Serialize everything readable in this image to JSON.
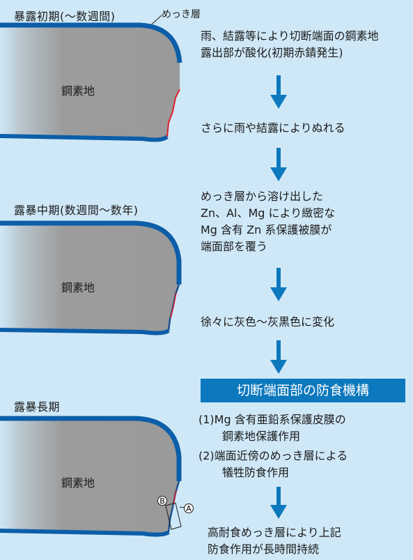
{
  "stages": [
    {
      "label": "暴露初期(〜数週間)",
      "body": "鋼素地"
    },
    {
      "label": "露暴中期(数週間〜数年)",
      "body": "鋼素地"
    },
    {
      "label": "露暴長期",
      "body": "鋼素地"
    }
  ],
  "plating_label": "めっき層",
  "markers": {
    "a": "A",
    "b": "B"
  },
  "flow": {
    "step1": [
      "雨、結露等により切断端面の鋼素地",
      "露出部が酸化(初期赤錆発生)"
    ],
    "step2": [
      "さらに雨や結露によりぬれる"
    ],
    "step3": [
      "めっき層から溶け出した",
      "Zn、Al、Mg により緻密な",
      "Mg 含有 Zn 系保護被膜が",
      "端面部を覆う"
    ],
    "step4": [
      "徐々に灰色〜灰黒色に変化"
    ],
    "box_title": "切断端面部の防食機構",
    "mech1": {
      "num": "(1)",
      "line1": "Mg 含有亜鉛系保護皮膜の",
      "line2": "鋼素地保護作用"
    },
    "mech2": {
      "num": "(2)",
      "line1": "端面近傍のめっき層による",
      "line2": "犠牲防食作用"
    },
    "step5": [
      "高耐食めっき層により上記",
      "防食作用が長時間持続"
    ]
  },
  "colors": {
    "background": "#cfe8f7",
    "plating": "#0c5ea8",
    "steel": "#9c9c9c",
    "rust": "#e0202a",
    "arrow": "#0c78bd",
    "box": "#0c78bd"
  }
}
